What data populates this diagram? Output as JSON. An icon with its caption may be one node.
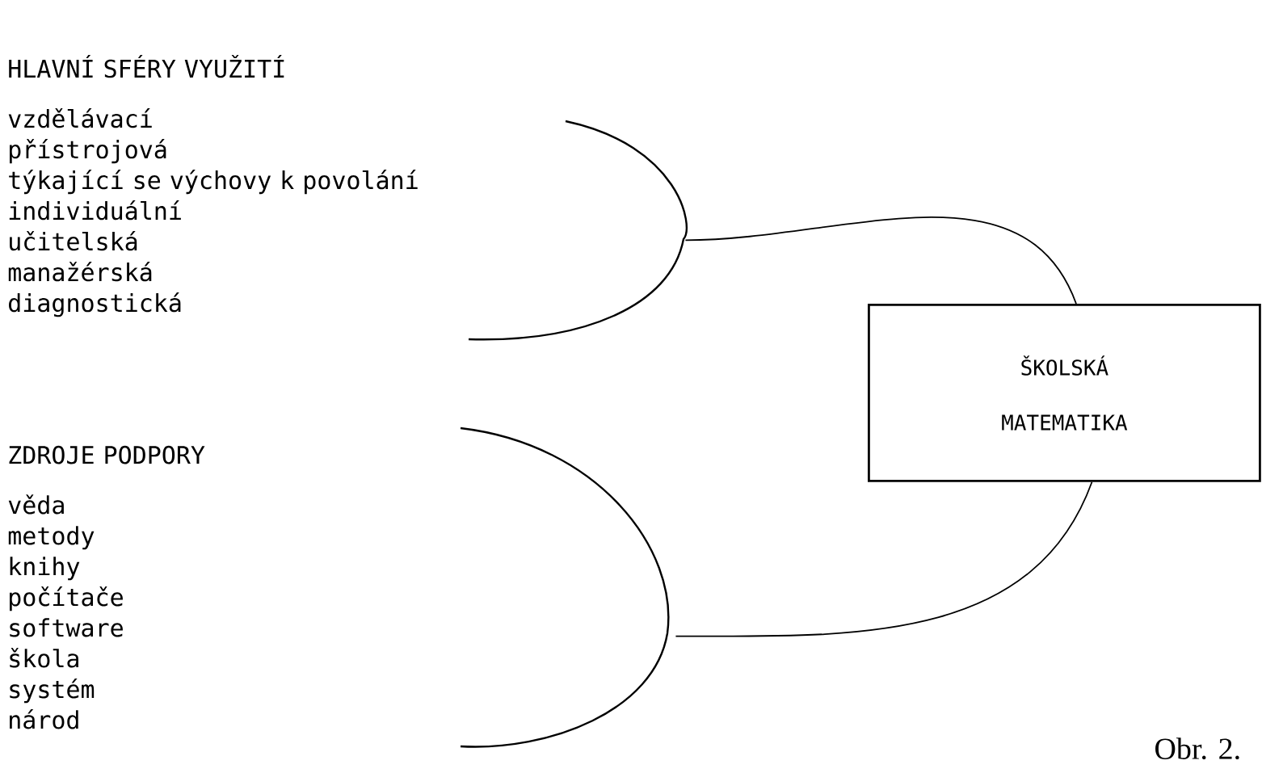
{
  "diagram": {
    "caption": "Obr. 2.",
    "nodes": [
      {
        "text": [
          "HLAVNÍ SFÉRY VYUŽITÍ",
          "vzdělávací",
          "přístrojová",
          "týkající se výchovy k povolání",
          "individuální",
          "učitelská",
          "manažérská",
          "diagnostická"
        ]
      },
      {
        "text": [
          "ŠKOLSKÁ MATEMATIKA"
        ]
      },
      {
        "text": [
          "ZDROJE PODPORY",
          "věda",
          "metody",
          "knihy",
          "počítače",
          "software",
          "škola",
          "systém",
          "národ"
        ]
      }
    ],
    "edges": [
      {
        "from": 0,
        "to": 1,
        "arrow": "none"
      },
      {
        "from": 2,
        "to": 1,
        "arrow": "none"
      }
    ]
  }
}
